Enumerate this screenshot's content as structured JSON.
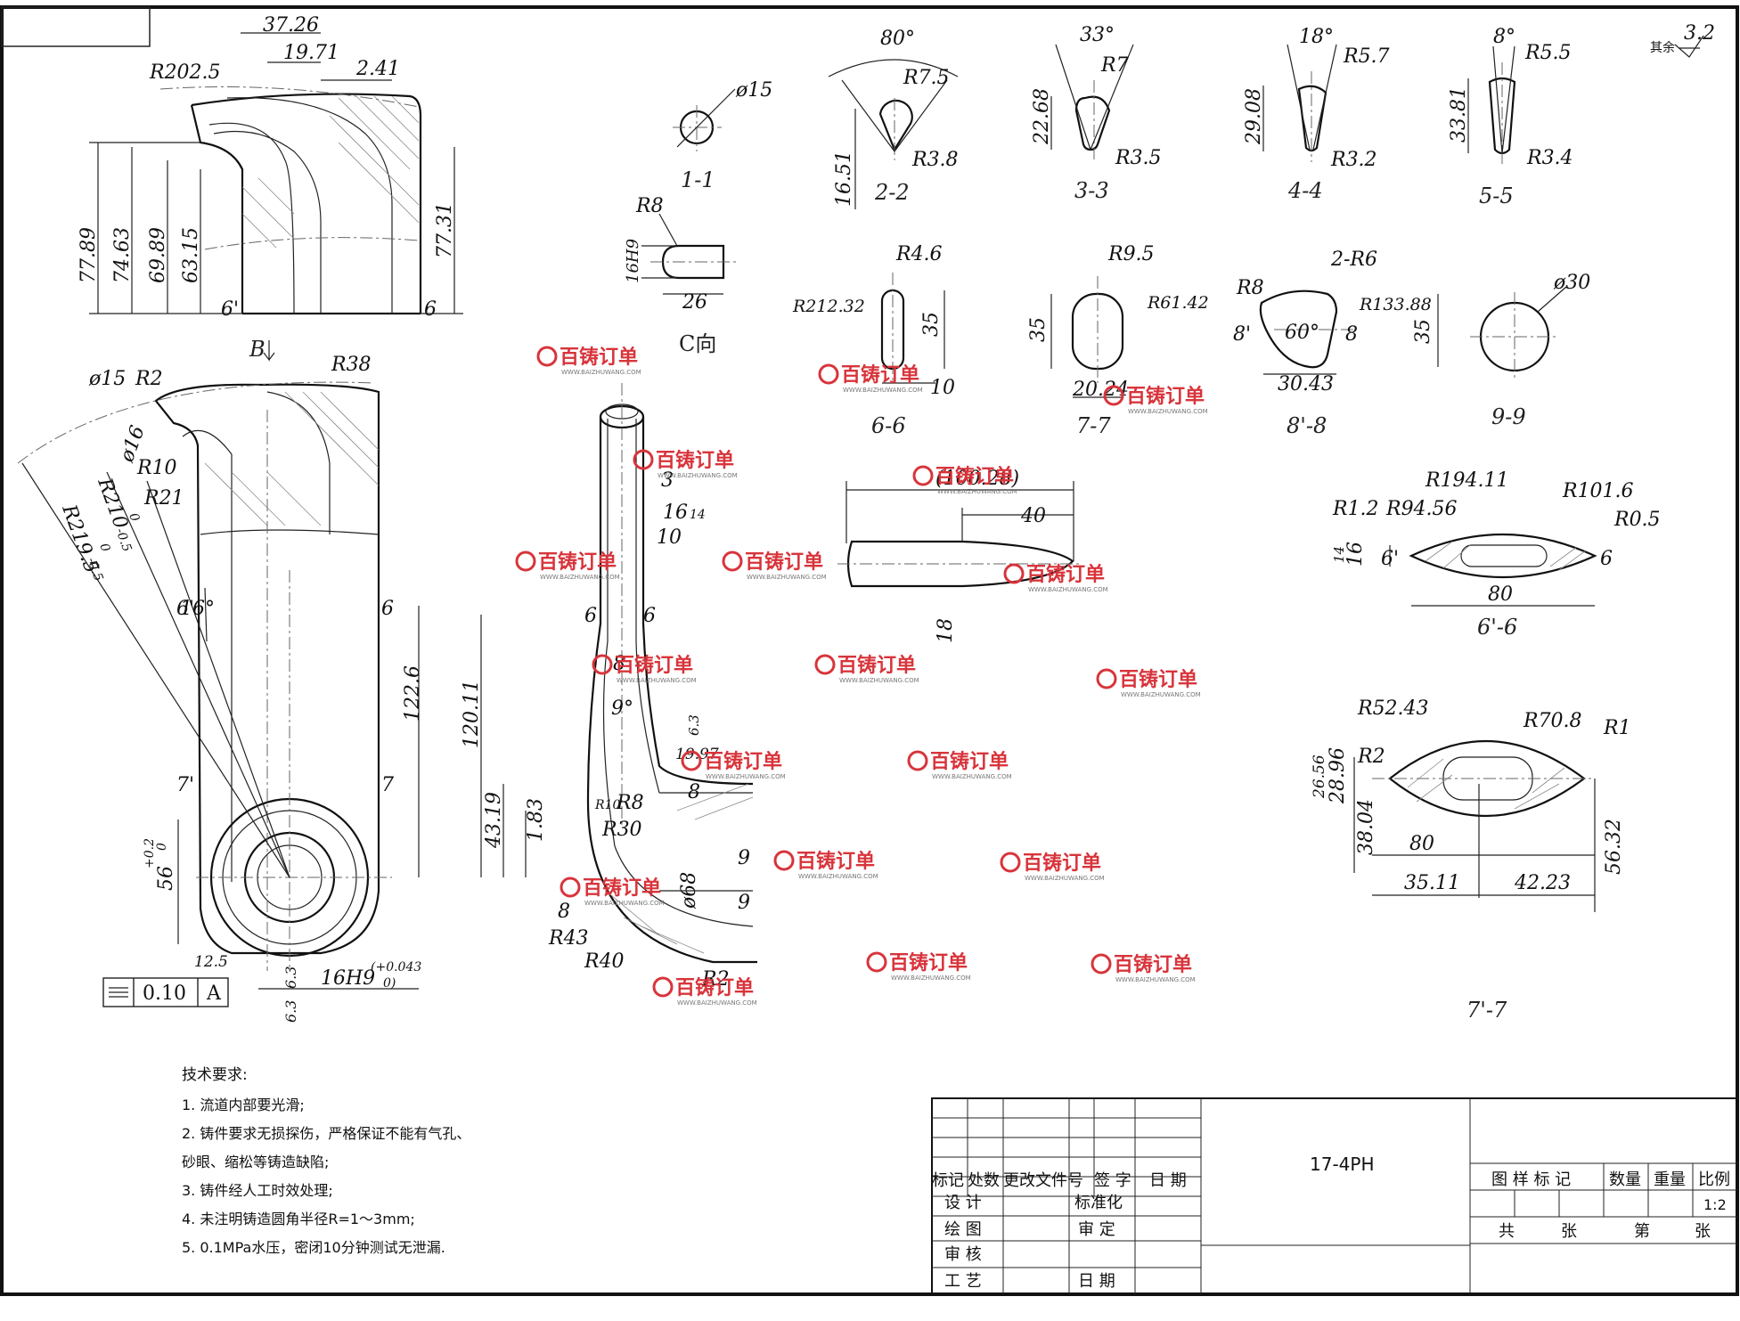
{
  "drawing": {
    "material": "17-4PH",
    "roughness": "3.2",
    "roughness_label": "其余",
    "technical_requirements": {
      "title": "技术要求:",
      "items": [
        "1. 流道内部要光滑;",
        "2. 铸件要求无损探伤，严格保证不能有气孔、",
        "砂眼、缩松等铸造缺陷;",
        "3. 铸件经人工时效处理;",
        "4. 未注明铸造圆角半径R=1～3mm;",
        "5. 0.1MPa水压，密闭10分钟测试无泄漏."
      ]
    },
    "title_block": {
      "revision_headers": [
        "标记",
        "处数",
        "更改文件号",
        "签 字",
        "日 期"
      ],
      "roles_left": [
        "设 计",
        "绘 图",
        "审 核",
        "工 艺"
      ],
      "roles_right": [
        "标准化",
        "审 定",
        "日 期"
      ],
      "right_headers": [
        "图 样 标 记",
        "数量",
        "重量",
        "比例"
      ],
      "scale": "1:2",
      "sheet_total_label": "共",
      "sheet_unit_1": "张",
      "sheet_index_label": "第",
      "sheet_unit_2": "张"
    },
    "watermark": {
      "text": "百铸订单",
      "sub": "WWW.BAIZHUWANG.COM"
    },
    "section_labels": [
      "1-1",
      "2-2",
      "3-3",
      "4-4",
      "5-5",
      "C向",
      "6-6",
      "7-7",
      "8'-8",
      "9-9",
      "6'-6",
      "7'-7",
      "B"
    ],
    "dimensions": {
      "top_view": [
        "37.26",
        "19.71",
        "2.41",
        "R202.5",
        "77.89",
        "74.63",
        "69.89",
        "63.15",
        "77.31",
        "6'",
        "6"
      ],
      "main_view": [
        "ø15",
        "R2",
        "R38",
        "ø16",
        "R10",
        "R210",
        "-0.5",
        "0",
        "R219.5",
        "-0.5",
        "0",
        "R21",
        "16°",
        "6'",
        "6",
        "122.6",
        "7'",
        "7",
        "56",
        "+0.2",
        "0",
        "12.5",
        "6.3",
        "6.3",
        "16H9",
        "(+0.043",
        "0)",
        "0.10",
        "A",
        "B"
      ],
      "side_view": [
        "3",
        "16",
        "14",
        "10",
        "6",
        "6",
        "8",
        "9°",
        "6.3",
        "19.97",
        "120.11",
        "43.19",
        "1.83",
        "R10",
        "R8",
        "R30",
        "8",
        "9",
        "9",
        "ø68",
        "R43",
        "R40",
        "8",
        "R2"
      ],
      "sec_1_1": [
        "ø15"
      ],
      "sec_2_2": [
        "80°",
        "R7.5",
        "R3.8",
        "16.51"
      ],
      "sec_3_3": [
        "33°",
        "R7",
        "22.68",
        "R3.5"
      ],
      "sec_4_4": [
        "18°",
        "R5.7",
        "29.08",
        "R3.2"
      ],
      "sec_5_5": [
        "8°",
        "R5.5",
        "33.81",
        "R3.4"
      ],
      "view_c": [
        "R8",
        "16H9",
        "26"
      ],
      "sec_6_6": [
        "R4.6",
        "R212.32",
        "35",
        "10"
      ],
      "sec_7_7": [
        "R9.5",
        "R61.42",
        "35",
        "20.24"
      ],
      "sec_8_8": [
        "R8",
        "2-R6",
        "8'",
        "60°",
        "8",
        "R133.88",
        "35",
        "30.43"
      ],
      "sec_9_9": [
        "ø30"
      ],
      "pin_view": [
        "(100.28)",
        "40",
        "18"
      ],
      "sec_6p_6": [
        "R194.11",
        "R1.2",
        "R94.56",
        "R101.6",
        "R0.5",
        "14",
        "16",
        "6'",
        "6",
        "80"
      ],
      "sec_7p_7": [
        "R52.43",
        "R70.8",
        "R1",
        "R2",
        "26.56",
        "28.96",
        "38.04",
        "80",
        "56.32",
        "35.11",
        "42.23"
      ]
    }
  }
}
